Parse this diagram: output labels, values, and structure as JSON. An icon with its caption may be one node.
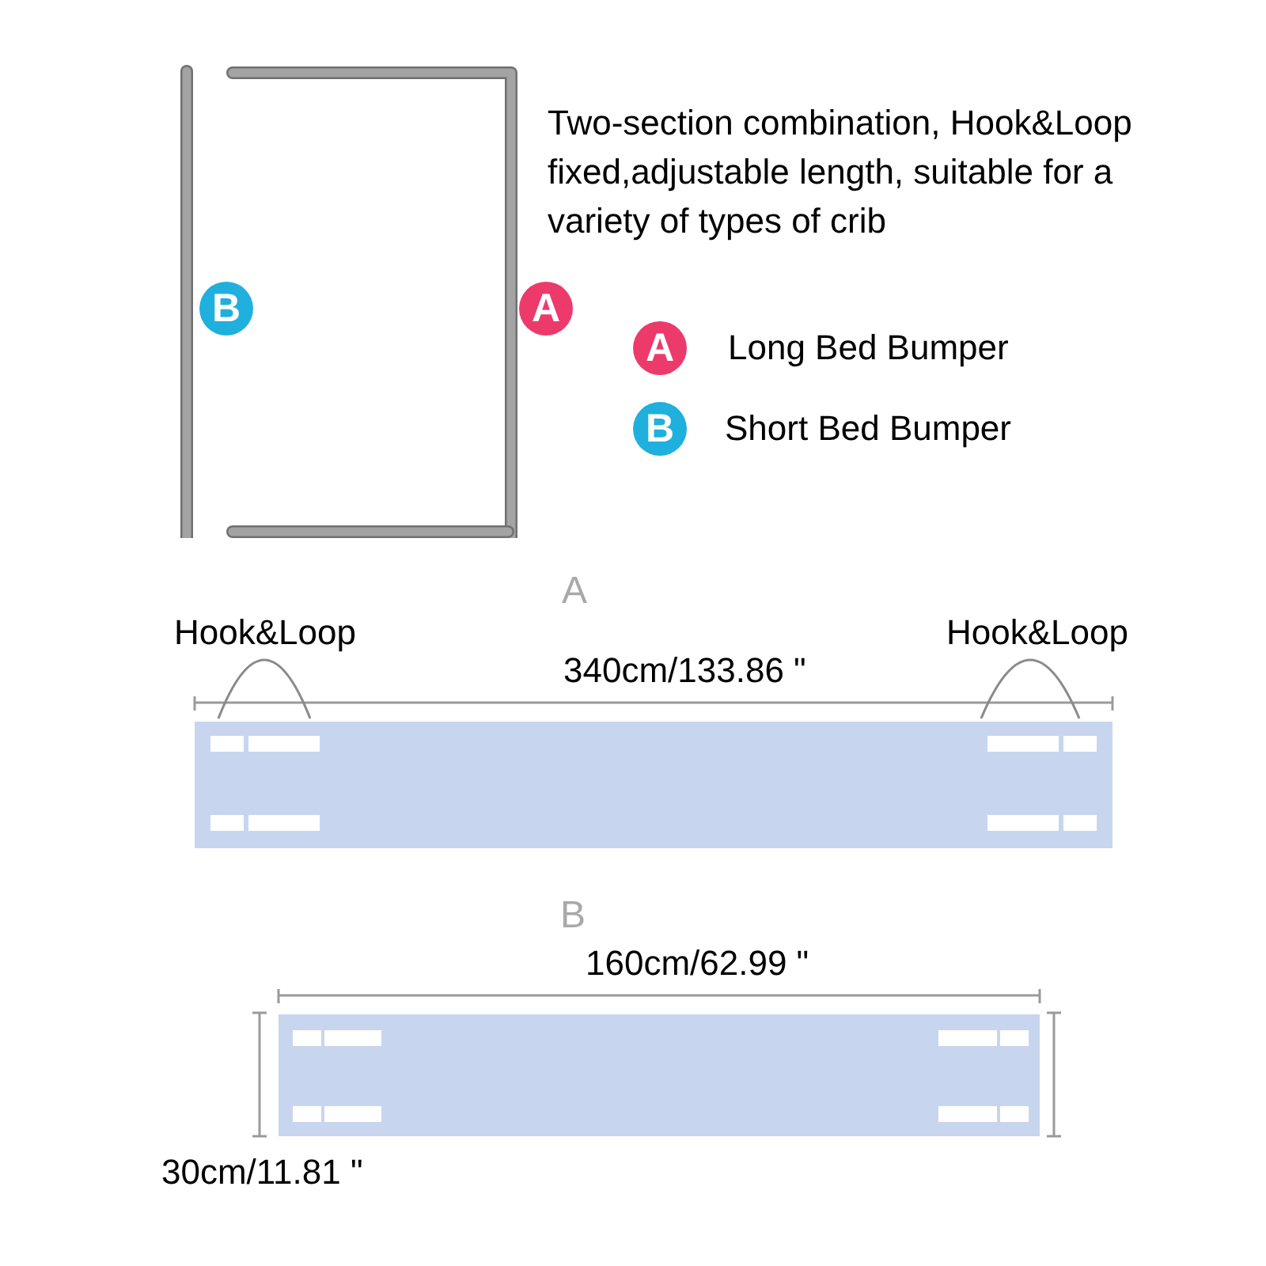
{
  "diagram": {
    "nodes": [
      {
        "text": [
          "B"
        ]
      },
      {
        "text": [
          "A"
        ]
      },
      {
        "text": [
          "A"
        ],
        "beside": [
          "Long Bed Bumper"
        ]
      },
      {
        "text": [
          "B"
        ],
        "beside": [
          "Short Bed Bumper"
        ]
      }
    ],
    "labels": [
      "Two-section combination, Hook&Loop fixed,adjustable length, suitable for a variety of types of crib",
      "A",
      "Hook&Loop",
      "340cm/133.86 \"",
      "Hook&Loop",
      "B",
      "160cm/62.99 \"",
      "30cm/11.81 \""
    ]
  }
}
